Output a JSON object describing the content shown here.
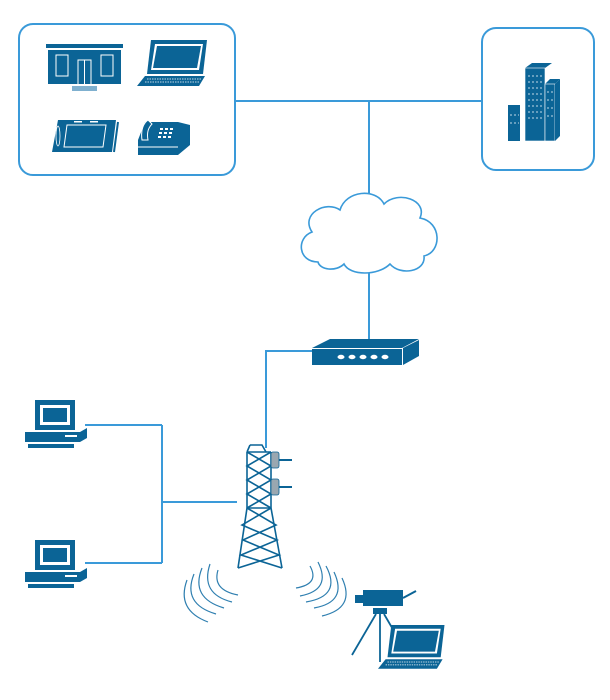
{
  "diagram": {
    "type": "network-diagram",
    "colors": {
      "icon": "#0b6496",
      "line": "#3a9ad9",
      "box_border": "#3a9ad9",
      "antenna": "#9aa7b0"
    },
    "nodes": [
      {
        "id": "branch-group",
        "icons": [
          "storefront-icon",
          "laptop-icon",
          "tablet-icon",
          "desk-phone-icon"
        ]
      },
      {
        "id": "headquarters",
        "icons": [
          "office-building-icon"
        ]
      },
      {
        "id": "internet",
        "icons": [
          "cloud-icon"
        ]
      },
      {
        "id": "router",
        "icons": [
          "router-icon"
        ]
      },
      {
        "id": "cell-tower",
        "icons": [
          "cell-tower-icon"
        ]
      },
      {
        "id": "workstation-1",
        "icons": [
          "desktop-computer-icon"
        ]
      },
      {
        "id": "workstation-2",
        "icons": [
          "desktop-computer-icon"
        ]
      },
      {
        "id": "field-station",
        "icons": [
          "survey-camera-icon",
          "laptop-icon"
        ]
      }
    ],
    "links": [
      [
        "branch-group",
        "headquarters"
      ],
      [
        "branch-group",
        "internet"
      ],
      [
        "internet",
        "router"
      ],
      [
        "router",
        "cell-tower"
      ],
      [
        "cell-tower",
        "workstation-1"
      ],
      [
        "cell-tower",
        "workstation-2"
      ],
      [
        "cell-tower",
        "field-station"
      ]
    ]
  }
}
